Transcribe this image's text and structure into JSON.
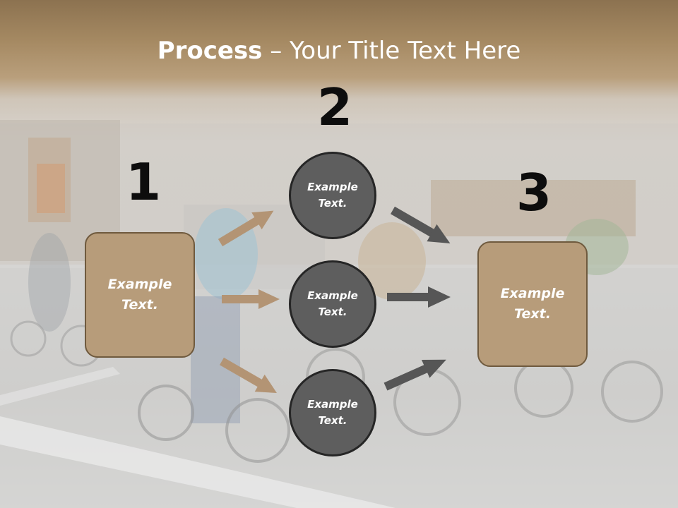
{
  "title": {
    "bold": "Process",
    "rest": " – Your Title Text Here"
  },
  "numbers": {
    "one": "1",
    "two": "2",
    "three": "3"
  },
  "left_box": {
    "label": "Example\nText."
  },
  "right_box": {
    "label": "Example\nText."
  },
  "circles": [
    {
      "label": "Example\nText."
    },
    {
      "label": "Example\nText."
    },
    {
      "label": "Example\nText."
    }
  ],
  "colors": {
    "box_fill": "#b79c7a",
    "circle_fill": "#5e5e5e",
    "tan_arrow": "#b39474",
    "dark_arrow": "#565656"
  }
}
